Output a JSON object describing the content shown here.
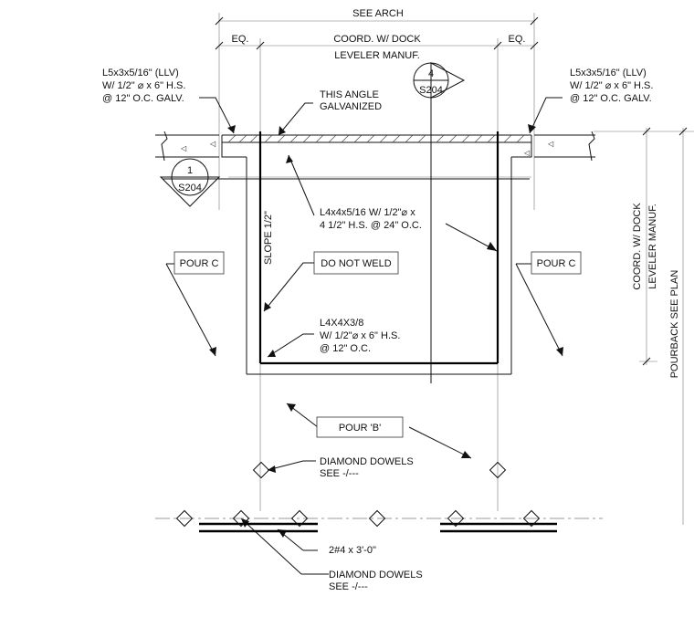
{
  "dimensions": {
    "see_arch": "SEE ARCH",
    "eq_left": "EQ.",
    "eq_right": "EQ.",
    "coord_line1": "COORD. W/ DOCK",
    "coord_line2": "LEVELER MANUF.",
    "right_coord_line1": "COORD. W/ DOCK",
    "right_coord_line2": "LEVELER MANUF.",
    "pourback": "POURBACK SEE PLAN"
  },
  "sections": {
    "top": {
      "number": "4",
      "sheet": "S204"
    },
    "left": {
      "number": "1",
      "sheet": "S204"
    }
  },
  "notes": {
    "angle_left": [
      "L5x3x5/16\" (LLV)",
      "W/ 1/2\" ⌀ x 6\" H.S.",
      "@ 12\" O.C. GALV."
    ],
    "angle_right": [
      "L5x3x5/16\" (LLV)",
      "W/ 1/2\" ⌀ x 6\" H.S.",
      "@ 12\" O.C. GALV."
    ],
    "galvanized": [
      "THIS ANGLE",
      "GALVANIZED"
    ],
    "l4_angle": [
      "L4x4x5/16 W/ 1/2\"⌀ x",
      "4 1/2\" H.S. @ 24\" O.C."
    ],
    "slope": "SLOPE 1/2\"",
    "do_not_weld": "DO NOT WELD",
    "l4x4": [
      "L4X4X3/8",
      "W/ 1/2\"⌀ x 6\" H.S.",
      "@ 12\" O.C."
    ],
    "pour_c_left": "POUR C",
    "pour_c_right": "POUR C",
    "pour_b": "POUR 'B'",
    "dowels_1": [
      "DIAMOND DOWELS",
      "SEE -/---"
    ],
    "rebar": "2#4 x 3'-0\"",
    "dowels_2": [
      "DIAMOND DOWELS",
      "SEE -/---"
    ]
  }
}
